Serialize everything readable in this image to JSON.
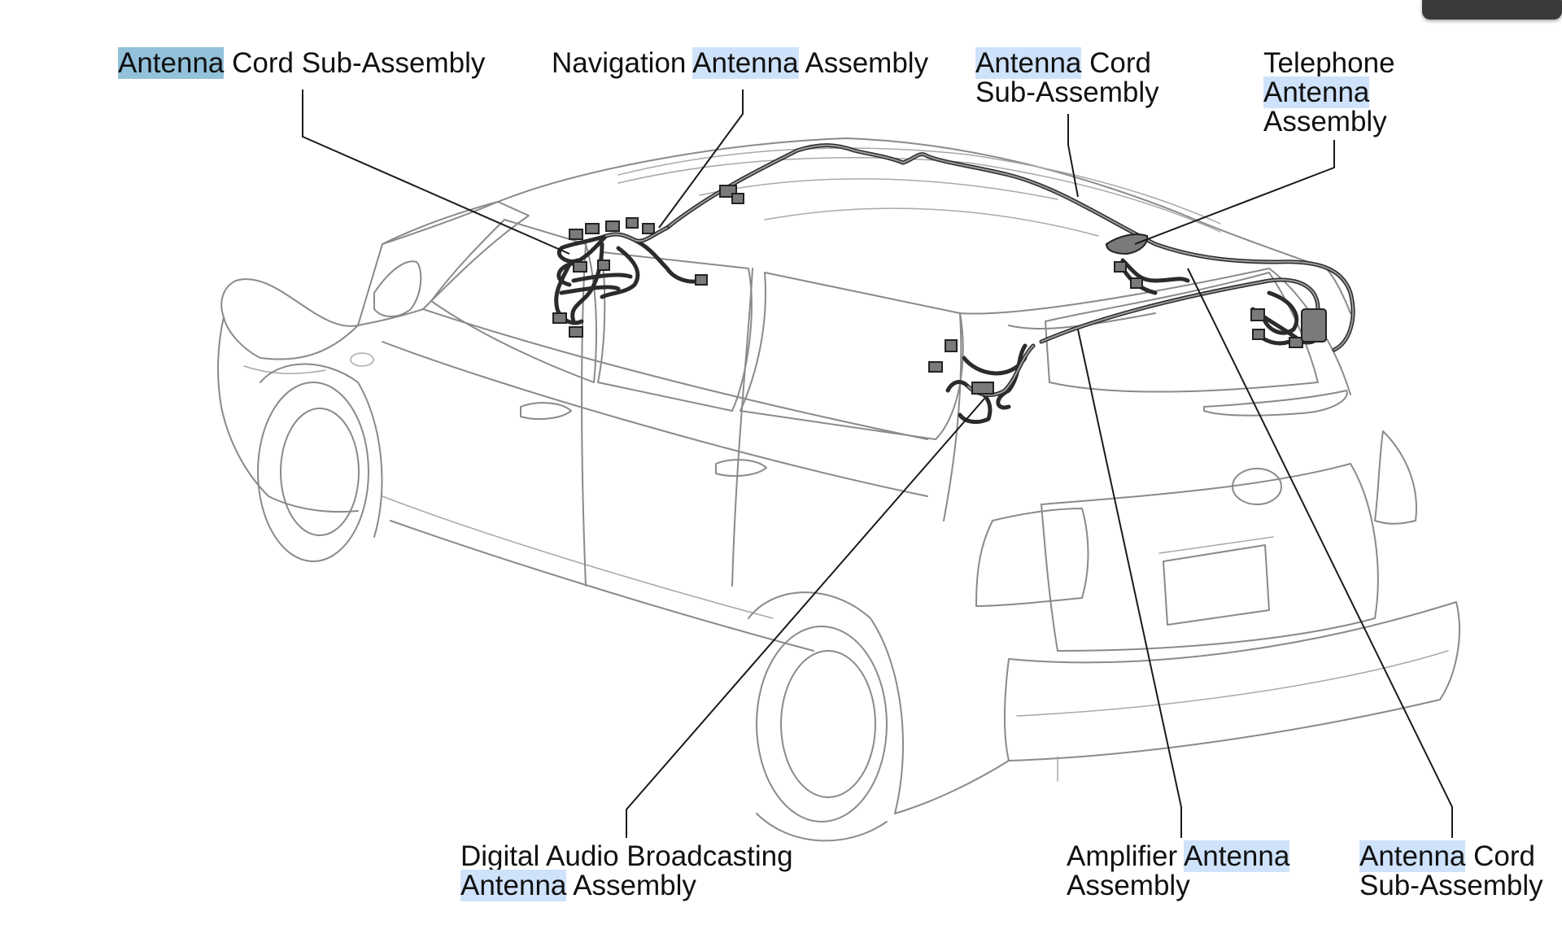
{
  "labels": {
    "cord_front_left": {
      "highlight": "Antenna",
      "rest": " Cord Sub-Assembly"
    },
    "navigation": {
      "before": "Navigation ",
      "highlight": "Antenna",
      "after": " Assembly"
    },
    "cord_roof": {
      "highlight": "Antenna",
      "rest": " Cord",
      "line2": "Sub-Assembly"
    },
    "telephone": {
      "line1": "Telephone",
      "highlight": "Antenna",
      "line3": "Assembly"
    },
    "dab": {
      "line1": "Digital Audio Broadcasting",
      "highlight": "Antenna",
      "rest": " Assembly"
    },
    "amplifier": {
      "before": "Amplifier ",
      "highlight": "Antenna",
      "line2": "Assembly"
    },
    "cord_rear": {
      "highlight": "Antenna",
      "rest": " Cord",
      "line2": "Sub-Assembly"
    }
  },
  "colors": {
    "highlight": "#cfe2fb",
    "highlight_active": "#93c1db",
    "car_outline": "#8a8a8a",
    "cable": "#2b2b2b",
    "leader": "#1a1a1a"
  }
}
